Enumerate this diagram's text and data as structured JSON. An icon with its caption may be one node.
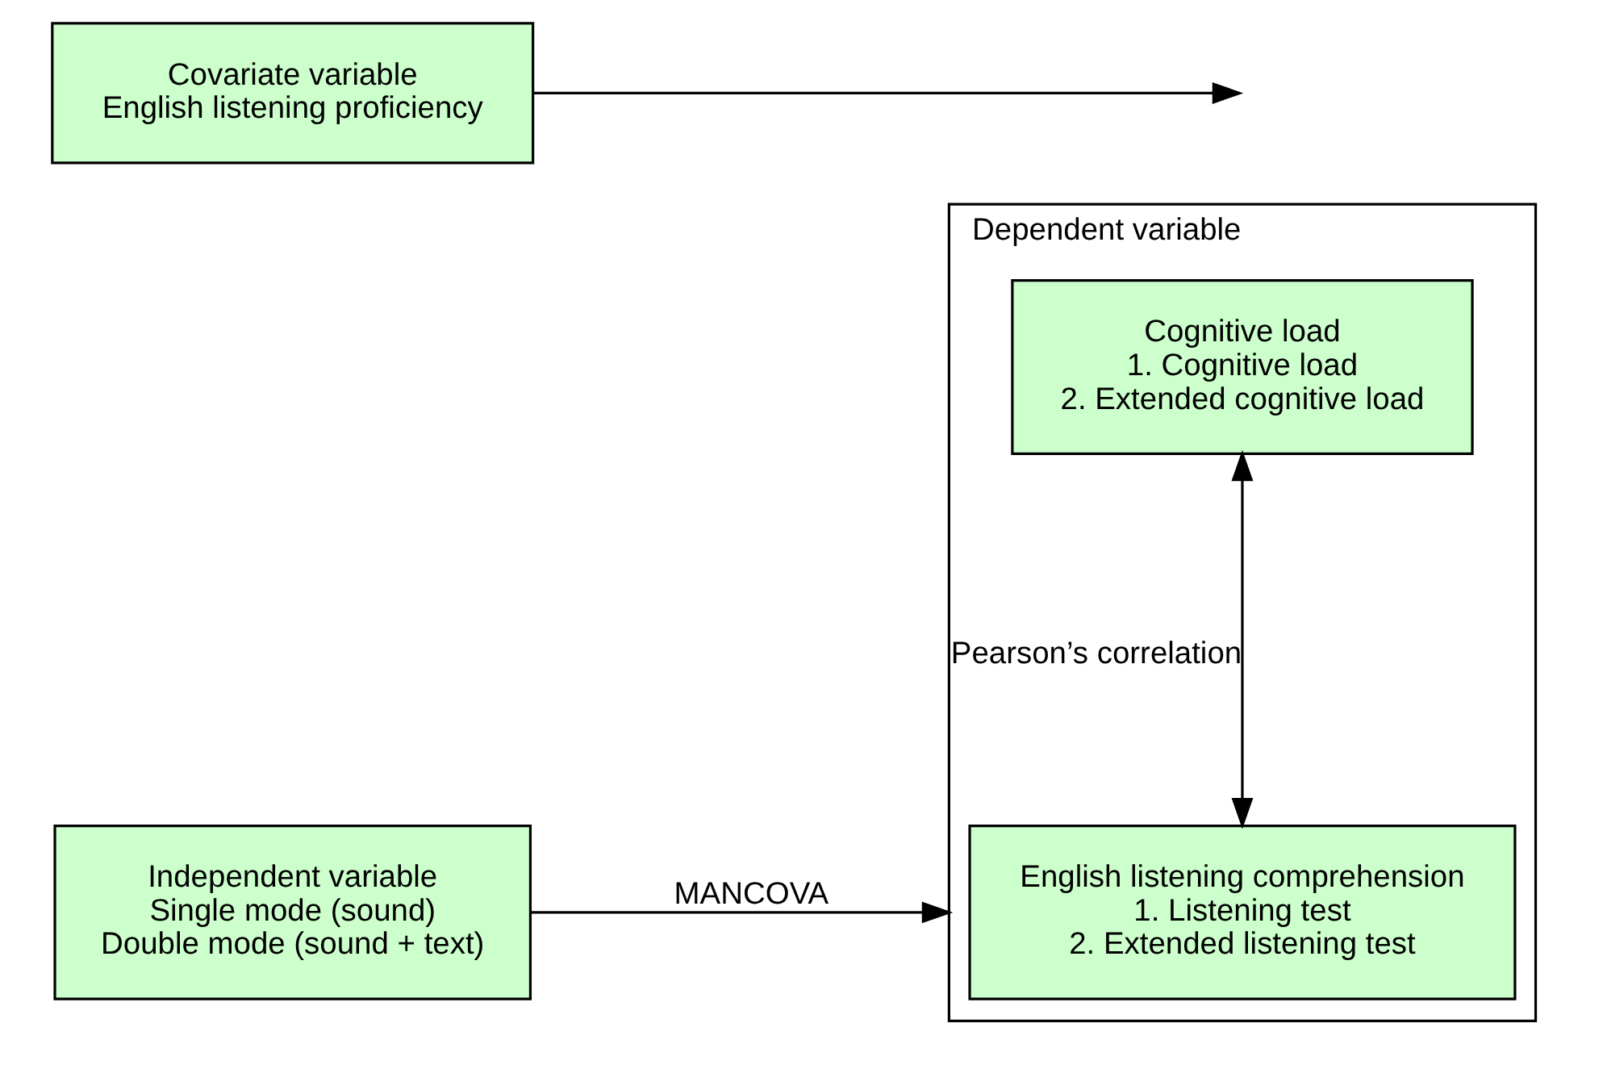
{
  "diagram": {
    "nodes": [
      {
        "text": [
          "Independent variable",
          "Single mode (sound)",
          "Double mode (sound + text)"
        ]
      },
      {
        "text": [
          "Dependent variable"
        ]
      },
      {
        "text": [
          "English listening comprehension",
          "1. Listening test",
          "2. Extended listening test"
        ],
        "in": 1
      },
      {
        "text": [
          "Cognitive load",
          "1. Cognitive load",
          "2. Extended cognitive load"
        ],
        "in": 1
      },
      {
        "text": [
          "Covariate variable",
          "English listening proficiency"
        ]
      }
    ],
    "edges": [
      {
        "from": 0,
        "to": 1,
        "arrow": "to",
        "label": "MANCOVA"
      },
      {
        "from": 4,
        "to": null,
        "arrow": "to"
      },
      {
        "from": 2,
        "to": 3,
        "arrow": "both",
        "label": "Pearson’s correlation"
      }
    ]
  }
}
